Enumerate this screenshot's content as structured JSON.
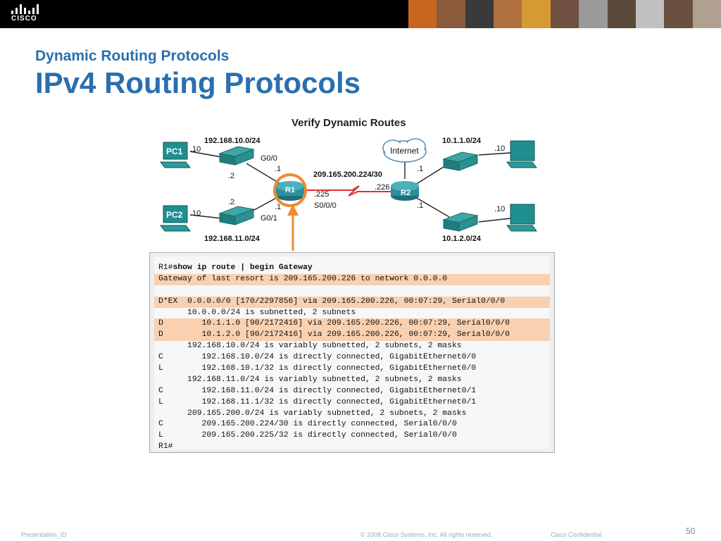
{
  "header": {
    "logo_text": "CISCO",
    "background": "#000000"
  },
  "slide": {
    "section_title": "Dynamic Routing Protocols",
    "title": "IPv4 Routing Protocols",
    "title_color": "#2a6fae"
  },
  "diagram": {
    "title": "Verify Dynamic Routes",
    "pc1": "PC1",
    "pc2": "PC2",
    "r1": "R1",
    "r2": "R2",
    "internet": "Internet",
    "net_pc1": "192.168.10.0/24",
    "net_pc2": "192.168.11.0/24",
    "net_r2_top": "10.1.1.0/24",
    "net_r2_bottom": "10.1.2.0/24",
    "net_serial": "209.165.200.224/30",
    "pc1_host": ".10",
    "pc2_host": ".10",
    "sw1_addr": ".2",
    "sw2_addr": ".2",
    "r1_g00_iface": "G0/0",
    "r1_g00_addr": ".1",
    "r1_g01_iface": "G0/1",
    "r1_g01_addr": ".1",
    "r1_serial_addr": ".225",
    "r1_serial_iface": "S0/0/0",
    "r2_serial_addr": ".226",
    "r2_internet_addr": ".1",
    "r2_bottom_addr": ".1",
    "r2_top_host": ".10",
    "r2_bottom_host": ".10",
    "link_color": "#e03030",
    "arrow_color": "#f08a30"
  },
  "terminal": {
    "highlight_color": "#f9d0b0",
    "prompt": "R1#",
    "command": "show ip route | begin Gateway",
    "lines": [
      "Gateway of last resort is 209.165.200.226 to network 0.0.0.0",
      "",
      "D*EX  0.0.0.0/0 [170/2297856] via 209.165.200.226, 00:07:29, Serial0/0/0",
      "      10.0.0.0/24 is subnetted, 2 subnets",
      "D        10.1.1.0 [90/2172416] via 209.165.200.226, 00:07:29, Serial0/0/0",
      "D        10.1.2.0 [90/2172416] via 209.165.200.226, 00:07:29, Serial0/0/0",
      "      192.168.10.0/24 is variably subnetted, 2 subnets, 2 masks",
      "C        192.168.10.0/24 is directly connected, GigabitEthernet0/0",
      "L        192.168.10.1/32 is directly connected, GigabitEthernet0/0",
      "      192.168.11.0/24 is variably subnetted, 2 subnets, 2 masks",
      "C        192.168.11.0/24 is directly connected, GigabitEthernet0/1",
      "L        192.168.11.1/32 is directly connected, GigabitEthernet0/1",
      "      209.165.200.0/24 is variably subnetted, 2 subnets, 2 masks",
      "C        209.165.200.224/30 is directly connected, Serial0/0/0",
      "L        209.165.200.225/32 is directly connected, Serial0/0/0",
      "R1#"
    ]
  },
  "footer": {
    "presentation_id": "Presentation_ID",
    "copyright": "© 2008 Cisco Systems, Inc. All rights reserved.",
    "confidential": "Cisco Confidential",
    "page_number": "50"
  }
}
